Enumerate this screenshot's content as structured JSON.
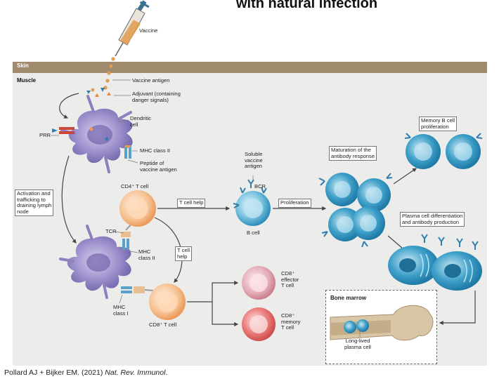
{
  "title": "with natural infection",
  "labels": {
    "skin": "Skin",
    "muscle": "Muscle",
    "vaccine": "Vaccine",
    "vaccine_antigen": "Vaccine antigen",
    "adjuvant": "Adjuvant (containing\ndanger signals)",
    "dendritic_cell": "Dendritic\ncell",
    "prr": "PRR",
    "mhc_class_ii": "MHC class II",
    "peptide": "Peptide of\nvaccine antigen",
    "activation": "Activation and\ntrafficking to\ndraining lymph\nnode",
    "cd4_t_cell": "CD4⁺ T cell",
    "t_cell_help_top": "T cell help",
    "soluble_antigen": "Soluble\nvaccine\nantigen",
    "bcr": "BCR",
    "b_cell": "B cell",
    "proliferation": "Proliferation",
    "maturation": "Maturation of the\nantibody response",
    "memory_b": "Memory B cell\nproliferation",
    "plasma_diff": "Plasma cell differentiation\nand antibody production",
    "tcr": "TCR",
    "mhc_class_ii_lower": "MHC\nclass II",
    "t_cell_help_mid": "T cell\nhelp",
    "mhc_class_i": "MHC\nclass I",
    "cd8_t_cell": "CD8⁺ T cell",
    "cd8_effector": "CD8⁺\neffector\nT cell",
    "cd8_memory": "CD8⁺\nmemory\nT cell",
    "bone_marrow": "Bone marrow",
    "long_lived": "Long-lived\nplasma cell"
  },
  "citation": {
    "authors": "Pollard AJ + Bijker EM. (2021) ",
    "journal": "Nat. Rev. Immunol",
    "end": "."
  },
  "colors": {
    "skin": "#a08b6e",
    "panel": "#ececea",
    "dendritic": "#8e80bd",
    "t_cell": "#f3b07f",
    "b_cell": "#4fa9cf",
    "cd8_effector": "#d99aa6",
    "cd8_memory": "#e36a6a"
  }
}
